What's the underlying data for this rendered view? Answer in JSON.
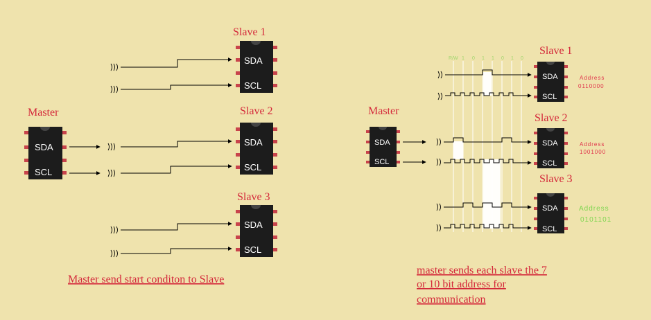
{
  "left": {
    "master_label": "Master",
    "chip_pins": {
      "sda": "SDA",
      "scl": "SCL"
    },
    "slaves": [
      {
        "label": "Slave 1"
      },
      {
        "label": "Slave 2"
      },
      {
        "label": "Slave 3"
      }
    ],
    "caption": "Master send start conditon to Slave"
  },
  "right": {
    "master_label": "Master",
    "bit_labels": [
      "R/W",
      "1",
      "0",
      "1",
      "1",
      "0",
      "1",
      "0"
    ],
    "slaves": [
      {
        "label": "Slave 1",
        "address_title": "Address",
        "address_value": "0110000",
        "color": "#e0324a"
      },
      {
        "label": "Slave 2",
        "address_title": "Address",
        "address_value": "1001000",
        "color": "#e0324a"
      },
      {
        "label": "Slave 3",
        "address_title": "Address",
        "address_value": "0101101",
        "color": "#7ed650"
      }
    ],
    "caption_lines": [
      "master sends each slave the 7",
      "or 10 bit address for",
      "communication"
    ]
  },
  "colors": {
    "background": "#efe3ad",
    "label_red": "#d4283a",
    "chip_body": "#1c1c1c",
    "chip_pin": "#c8434b",
    "highlight": "#ffffff"
  }
}
